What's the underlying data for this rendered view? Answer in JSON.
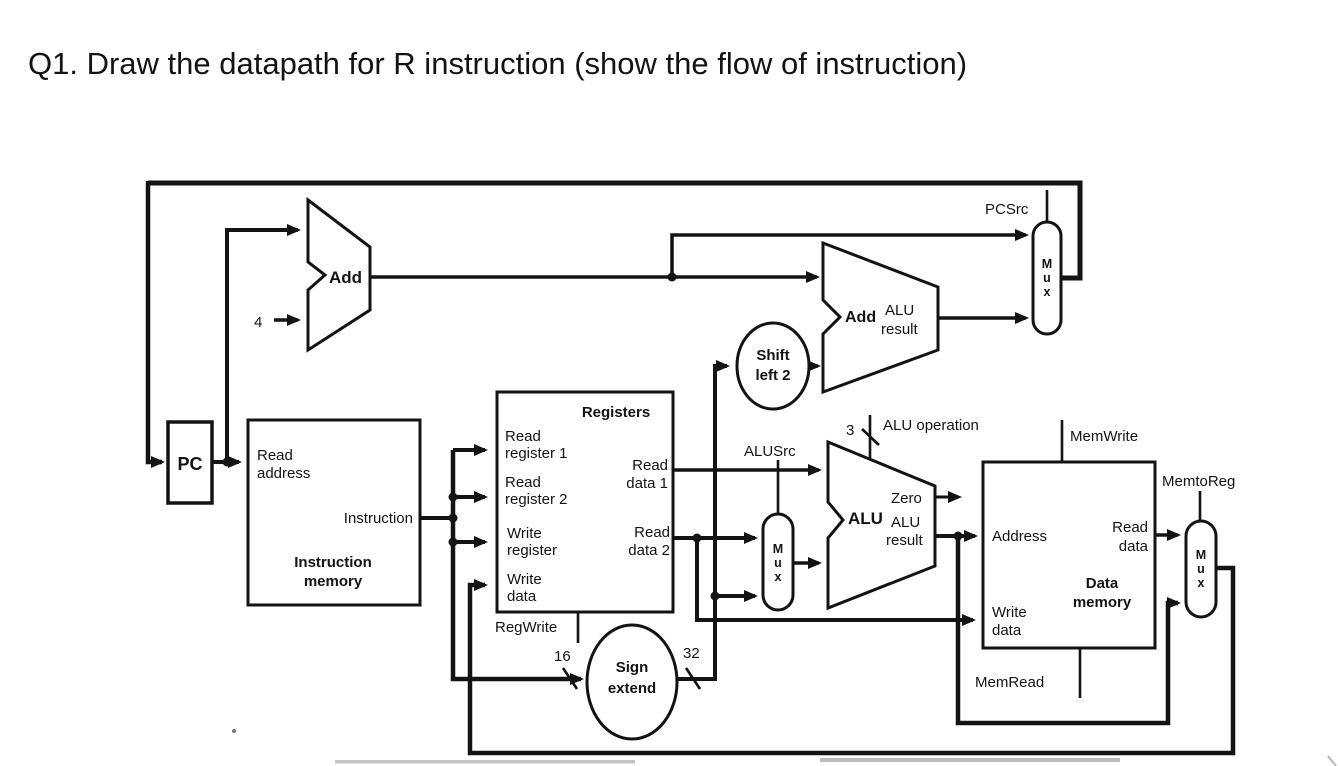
{
  "title": "Q1. Draw the datapath for R instruction (show the flow of instruction)",
  "ink": "#131313",
  "pc": {
    "label": "PC"
  },
  "adder_pc": {
    "label": "Add",
    "increment": "4"
  },
  "adder_branch": {
    "label": "Add",
    "out_1": "ALU",
    "out_2": "result"
  },
  "instruction_memory": {
    "port_read_1": "Read",
    "port_read_2": "address",
    "port_out": "Instruction",
    "name_1": "Instruction",
    "name_2": "memory"
  },
  "registers": {
    "name": "Registers",
    "read_reg1_1": "Read",
    "read_reg1_2": "register 1",
    "read_reg2_1": "Read",
    "read_reg2_2": "register 2",
    "write_reg_1": "Write",
    "write_reg_2": "register",
    "write_data_1": "Write",
    "write_data_2": "data",
    "read_data1_1": "Read",
    "read_data1_2": "data 1",
    "read_data2_1": "Read",
    "read_data2_2": "data 2"
  },
  "sign_extend": {
    "name_1": "Sign",
    "name_2": "extend",
    "input_bits": "16",
    "output_bits": "32"
  },
  "shift_left": {
    "name_1": "Shift",
    "name_2": "left 2"
  },
  "alu": {
    "label": "ALU",
    "zero": "Zero",
    "result_1": "ALU",
    "result_2": "result",
    "op_bits": "3",
    "op_label": "ALU operation"
  },
  "data_memory": {
    "port_address": "Address",
    "port_read_1": "Read",
    "port_read_2": "data",
    "port_write_1": "Write",
    "port_write_2": "data",
    "name_1": "Data",
    "name_2": "memory"
  },
  "mux": {
    "m": "M",
    "u": "u",
    "x": "x"
  },
  "control_signals": {
    "pcsrc": "PCSrc",
    "regwrite": "RegWrite",
    "alusrc": "ALUSrc",
    "memwrite": "MemWrite",
    "memtoreg": "MemtoReg",
    "memread": "MemRead"
  }
}
